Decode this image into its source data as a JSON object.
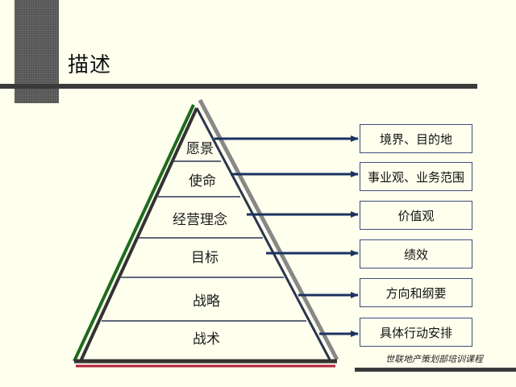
{
  "page_title": "描述",
  "pyramid": {
    "levels": [
      {
        "label": "愿景",
        "outcome": "境界、目的地"
      },
      {
        "label": "使命",
        "outcome": "事业观、业务范围"
      },
      {
        "label": "经营理念",
        "outcome": "价值观"
      },
      {
        "label": "目标",
        "outcome": "绩效"
      },
      {
        "label": "战略",
        "outcome": "方向和纲要"
      },
      {
        "label": "战术",
        "outcome": "具体行动安排"
      }
    ]
  },
  "footer": {
    "text": "世联地产策划部培训课程"
  },
  "colors": {
    "background": "#ffffee",
    "pyramid_left_edge": "#1f6b1f",
    "pyramid_right_edge": "#888888",
    "pyramid_base": "#333333",
    "base_accent": "#b0203a",
    "arrow": "#1a3260",
    "outcome_border": "#3a4f7a"
  },
  "icons": [
    "arrow-right-icon"
  ]
}
